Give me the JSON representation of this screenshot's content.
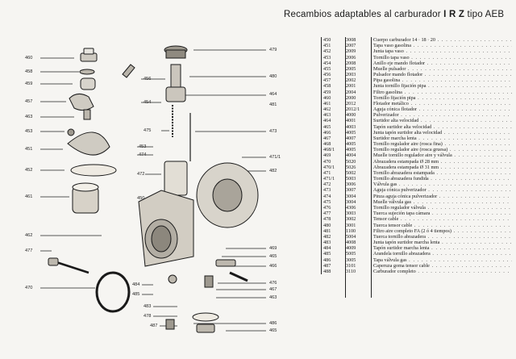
{
  "page": {
    "title_prefix": "Recambios adaptables al carburador",
    "title_brand": "I R Z",
    "title_suffix": "tipo AEB"
  },
  "callouts": {
    "c460": "460",
    "c458": "458",
    "c459": "459",
    "c457": "457",
    "c463a": "463",
    "c453a": "453",
    "c451": "451",
    "c452": "452",
    "c461": "461",
    "c462": "462",
    "c477": "477",
    "c470": "470",
    "c479": "479",
    "c456": "456",
    "c454": "454",
    "c480": "480",
    "c464": "464",
    "c481": "481",
    "c475": "475",
    "c473": "473",
    "c453b": "453",
    "c474": "474",
    "c471": "471/1",
    "c482": "482",
    "c472": "472",
    "c450": "450",
    "c469": "469",
    "c465a": "465",
    "c466": "466",
    "c476": "476",
    "c467": "467",
    "c463b": "463",
    "c484": "484",
    "c485": "485",
    "c483": "483",
    "c478": "478",
    "c486": "486",
    "c465b": "465",
    "c487": "487"
  },
  "parts": [
    {
      "ref": "450",
      "code": "3008",
      "desc": "Cuerpo carburador 14 · 18 · 20"
    },
    {
      "ref": "451",
      "code": "2007",
      "desc": "Tapa vaso gasolina"
    },
    {
      "ref": "452",
      "code": "2009",
      "desc": "Junta tapa vaso"
    },
    {
      "ref": "453",
      "code": "2006",
      "desc": "Tornillo tapa vaso"
    },
    {
      "ref": "454",
      "code": "2008",
      "desc": "Anillo eje mando flotador"
    },
    {
      "ref": "455",
      "code": "2005",
      "desc": "Muelle pulsador"
    },
    {
      "ref": "456",
      "code": "2003",
      "desc": "Pulsador mando flotador"
    },
    {
      "ref": "457",
      "code": "2002",
      "desc": "Pipa gasolina"
    },
    {
      "ref": "458",
      "code": "2001",
      "desc": "Junta tornillo fijación pipa"
    },
    {
      "ref": "459",
      "code": "2004",
      "desc": "Filtro gasolina"
    },
    {
      "ref": "460",
      "code": "2000",
      "desc": "Tornillo fijación pipa"
    },
    {
      "ref": "461",
      "code": "2012",
      "desc": "Flotador metálico"
    },
    {
      "ref": "462",
      "code": "2012/1",
      "desc": "Aguja cónica flotador"
    },
    {
      "ref": "463",
      "code": "4000",
      "desc": "Pulverizador"
    },
    {
      "ref": "464",
      "code": "4001",
      "desc": "Surtidor alta velocidad"
    },
    {
      "ref": "465",
      "code": "4003",
      "desc": "Tapón surtidor alta velocidad"
    },
    {
      "ref": "466",
      "code": "4005",
      "desc": "Junta tapón surtidor alta velocidad"
    },
    {
      "ref": "467",
      "code": "4007",
      "desc": "Surtidor marcha lenta"
    },
    {
      "ref": "468",
      "code": "4005",
      "desc": "Tornillo regulador aire (rosca fina)"
    },
    {
      "ref": "468/1",
      "code": "4005",
      "desc": "Tornillo regulador aire (rosca gruesa)"
    },
    {
      "ref": "469",
      "code": "4004",
      "desc": "Muelle tornillo regulador aire y válvula"
    },
    {
      "ref": "470",
      "code": "5020",
      "desc": "Abrazadera estampada Ø 28 mm"
    },
    {
      "ref": "470/1",
      "code": "5026",
      "desc": "Abrazadera estampada Ø 31 mm"
    },
    {
      "ref": "471",
      "code": "5002",
      "desc": "Tornillo abrazadera estampada"
    },
    {
      "ref": "471/1",
      "code": "5003",
      "desc": "Tornillo abrazadera fundida"
    },
    {
      "ref": "472",
      "code": "3006",
      "desc": "Válvula gas"
    },
    {
      "ref": "473",
      "code": "3007",
      "desc": "Aguja cónica pulverizador"
    },
    {
      "ref": "474",
      "code": "3004",
      "desc": "Pinza aguja cónica pulverizador"
    },
    {
      "ref": "475",
      "code": "3004",
      "desc": "Muelle válvula gas"
    },
    {
      "ref": "476",
      "code": "4306",
      "desc": "Tornillo regulador válvula"
    },
    {
      "ref": "477",
      "code": "3003",
      "desc": "Tuerca sujeción tapa cámara"
    },
    {
      "ref": "478",
      "code": "3002",
      "desc": "Tensor cable"
    },
    {
      "ref": "480",
      "code": "3001",
      "desc": "Tuerca tensor cable"
    },
    {
      "ref": "481",
      "code": "1100",
      "desc": "Filtro aire completo FA (2 ó 4 tiempos)"
    },
    {
      "ref": "482",
      "code": "5004",
      "desc": "Tuerca tornillo abrazadera"
    },
    {
      "ref": "483",
      "code": "4008",
      "desc": "Junta tapón surtidor marcha lenta"
    },
    {
      "ref": "484",
      "code": "4009",
      "desc": "Tapón surtidor marcha lenta"
    },
    {
      "ref": "485",
      "code": "5005",
      "desc": "Arandela tornillo abrazadera"
    },
    {
      "ref": "486",
      "code": "3005",
      "desc": "Tapa válvula gas"
    },
    {
      "ref": "487",
      "code": "3101",
      "desc": "Caperuza goma tensor cable"
    },
    {
      "ref": "488",
      "code": "3110",
      "desc": "Carburador completo"
    }
  ]
}
